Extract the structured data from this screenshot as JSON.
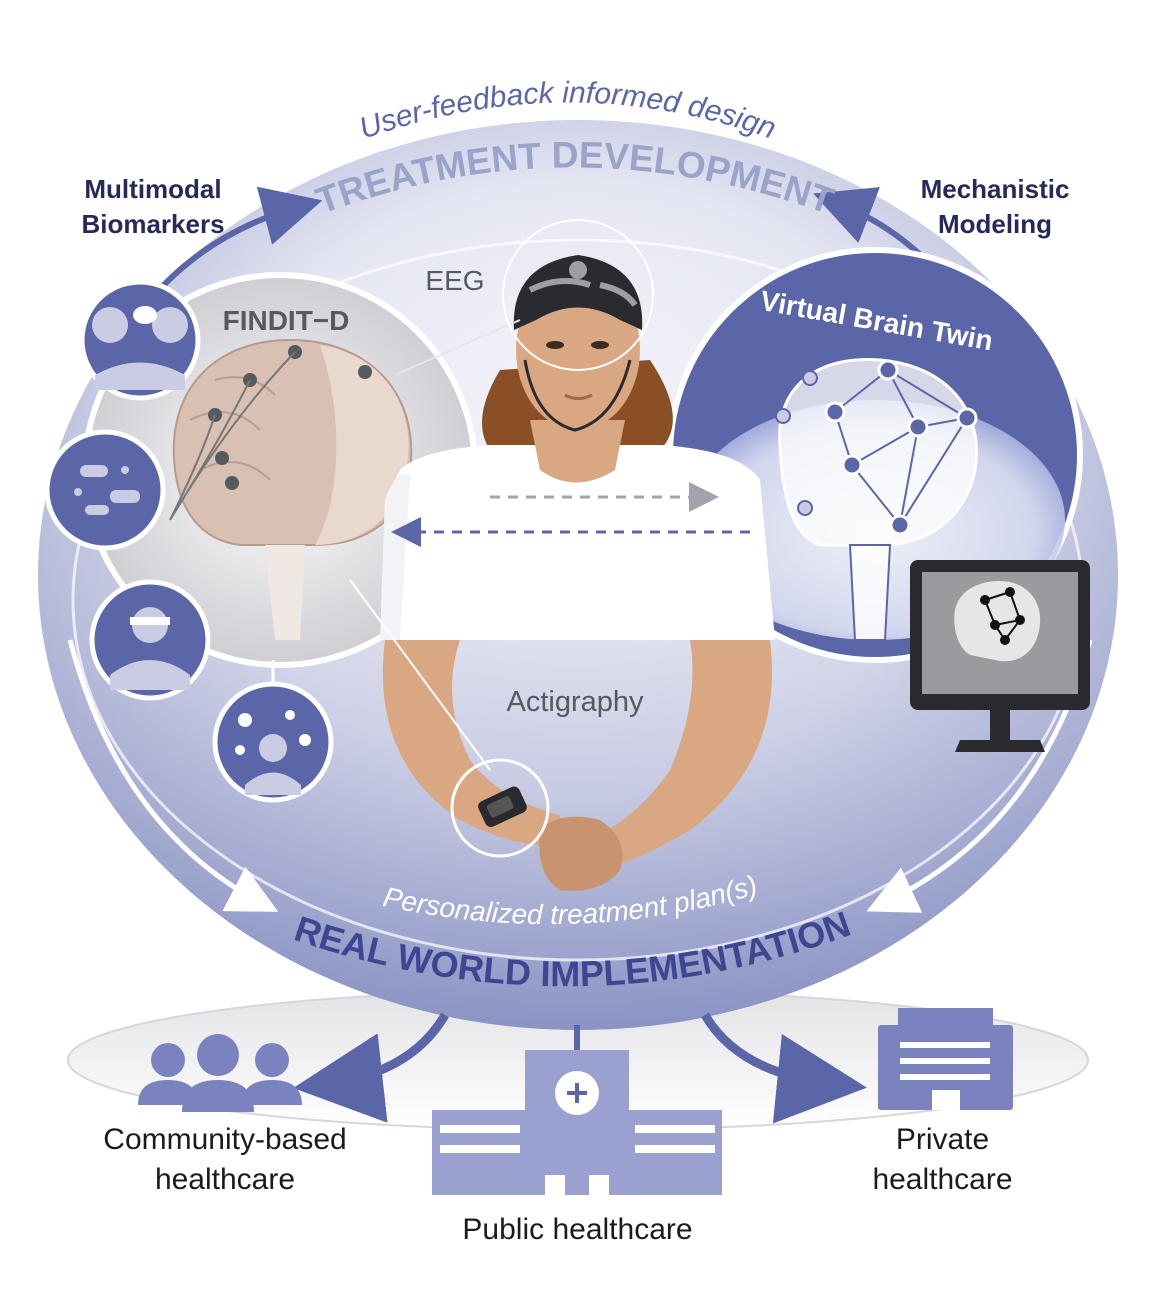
{
  "header": {
    "subtitle": "User-feedback informed design",
    "title": "TREATMENT DEVELOPMENT"
  },
  "left_label": {
    "line1": "Multimodal",
    "line2": "Biomarkers"
  },
  "right_label": {
    "line1": "Mechanistic",
    "line2": "Modeling"
  },
  "findit_label": "FINDIT−D",
  "eeg_label": "EEG",
  "vbt_label": "Virtual Brain Twin",
  "actigraphy_label": "Actigraphy",
  "footer": {
    "subtitle": "Personalized treatment plan(s)",
    "title": "REAL WORLD IMPLEMENTATION"
  },
  "outcomes": {
    "community": {
      "line1": "Community-based",
      "line2": "healthcare"
    },
    "public": "Public healthcare",
    "private": {
      "line1": "Private",
      "line2": "healthcare"
    }
  },
  "colors": {
    "dark_navy": "#262a5a",
    "periwinkle": "#5b66a8",
    "light_lavender": "#c7cbe3",
    "title_gray": "#9aa3c9",
    "skin": "#d9a883"
  }
}
